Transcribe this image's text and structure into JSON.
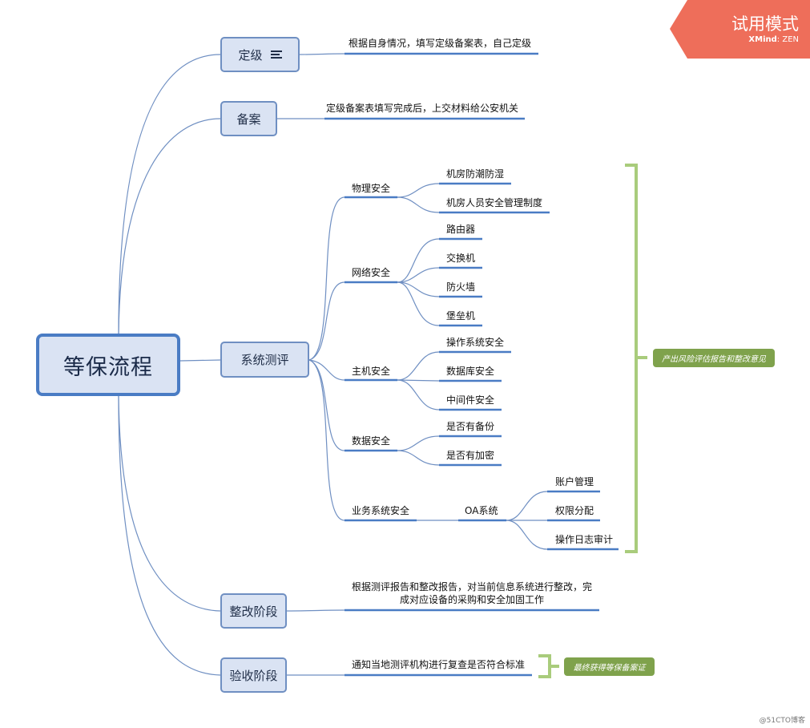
{
  "trial": {
    "title": "试用模式",
    "brand": "XMind",
    "brand_suffix": ": ZEN"
  },
  "root": "等保流程",
  "main": {
    "dingji": "定级",
    "beian": "备案",
    "xitong": "系统测评",
    "zhenggai": "整改阶段",
    "yanshou": "验收阶段"
  },
  "notes": {
    "dingji": "根据自身情况，填写定级备案表，自己定级",
    "beian": "定级备案表填写完成后，上交材料给公安机关",
    "zhenggai_line1": "根据测评报告和整改报告，对当前信息系统进行整改，完",
    "zhenggai_line2": "成对应设备的采购和安全加固工作",
    "yanshou": "通知当地测评机构进行复查是否符合标准"
  },
  "categories": {
    "wuli": "物理安全",
    "wangluo": "网络安全",
    "zhuji": "主机安全",
    "shuju": "数据安全",
    "yewu": "业务系统安全",
    "oa": "OA系统"
  },
  "items": {
    "wuli": [
      "机房防潮防湿",
      "机房人员安全管理制度"
    ],
    "wangluo": [
      "路由器",
      "交换机",
      "防火墙",
      "堡垒机"
    ],
    "zhuji": [
      "操作系统安全",
      "数据库安全",
      "中间件安全"
    ],
    "shuju": [
      "是否有备份",
      "是否有加密"
    ],
    "oa": [
      "账户管理",
      "权限分配",
      "操作日志审计"
    ]
  },
  "summaries": {
    "report": "产出风险评估报告和整改意见",
    "cert": "最终获得等保备案证"
  },
  "watermark": "@51CTO博客",
  "colors": {
    "branch": "#6f8fc2",
    "underline": "#4a7cc4",
    "bracket": "#a9cc7c",
    "summary": "#7fa24c",
    "trial": "#ee6e5a"
  }
}
